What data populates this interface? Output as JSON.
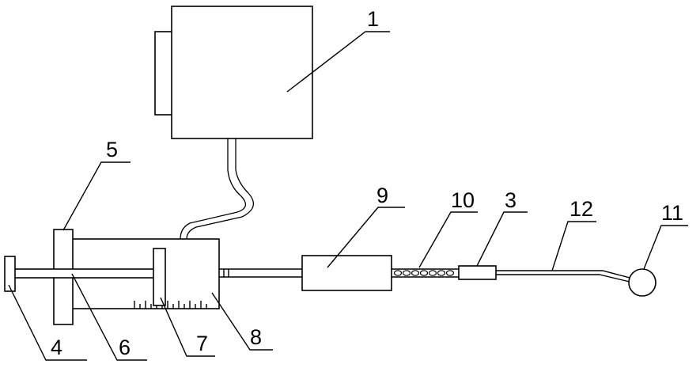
{
  "labels": {
    "l1": "1",
    "l3": "3",
    "l4": "4",
    "l5": "5",
    "l6": "6",
    "l7": "7",
    "l8": "8",
    "l9": "9",
    "l10": "10",
    "l11": "11",
    "l12": "12"
  }
}
